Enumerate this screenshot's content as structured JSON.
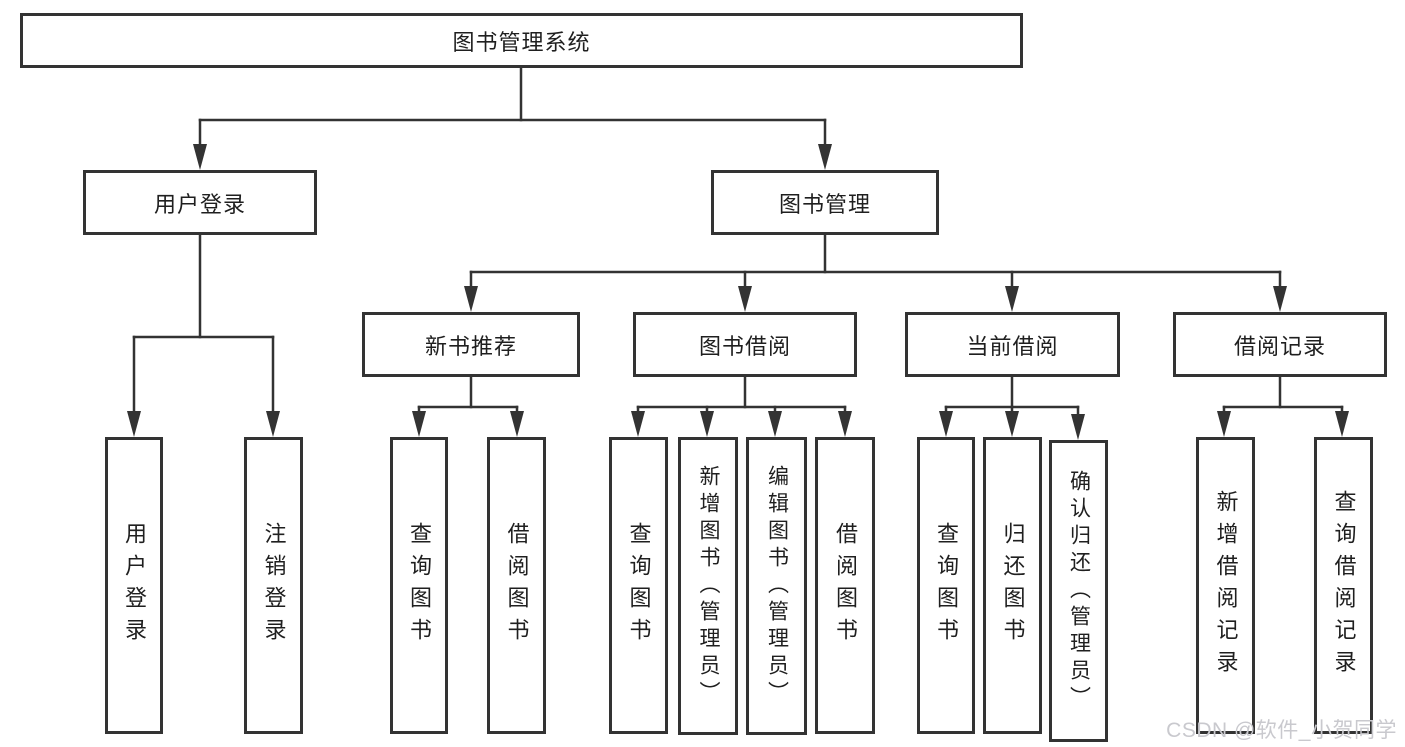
{
  "diagram": {
    "root": {
      "label": "图书管理系统"
    },
    "branches": [
      {
        "label": "用户登录",
        "children": [
          {
            "label": "用户登录"
          },
          {
            "label": "注销登录"
          }
        ]
      },
      {
        "label": "图书管理",
        "children": [
          {
            "label": "新书推荐",
            "children": [
              {
                "label": "查询图书"
              },
              {
                "label": "借阅图书"
              }
            ]
          },
          {
            "label": "图书借阅",
            "children": [
              {
                "label": "查询图书"
              },
              {
                "label": "新增图书（管理员）"
              },
              {
                "label": "编辑图书（管理员）"
              },
              {
                "label": "借阅图书"
              }
            ]
          },
          {
            "label": "当前借阅",
            "children": [
              {
                "label": "查询图书"
              },
              {
                "label": "归还图书"
              },
              {
                "label": "确认归还（管理员）"
              }
            ]
          },
          {
            "label": "借阅记录",
            "children": [
              {
                "label": "新增借阅记录"
              },
              {
                "label": "查询借阅记录"
              }
            ]
          }
        ]
      }
    ]
  },
  "watermark": {
    "text": "CSDN @软件_小贺同学"
  },
  "colors": {
    "line": "#333333",
    "box_border": "#333333",
    "background": "#ffffff",
    "text": "#1f1f1f",
    "watermark": "#c9c9ce"
  }
}
